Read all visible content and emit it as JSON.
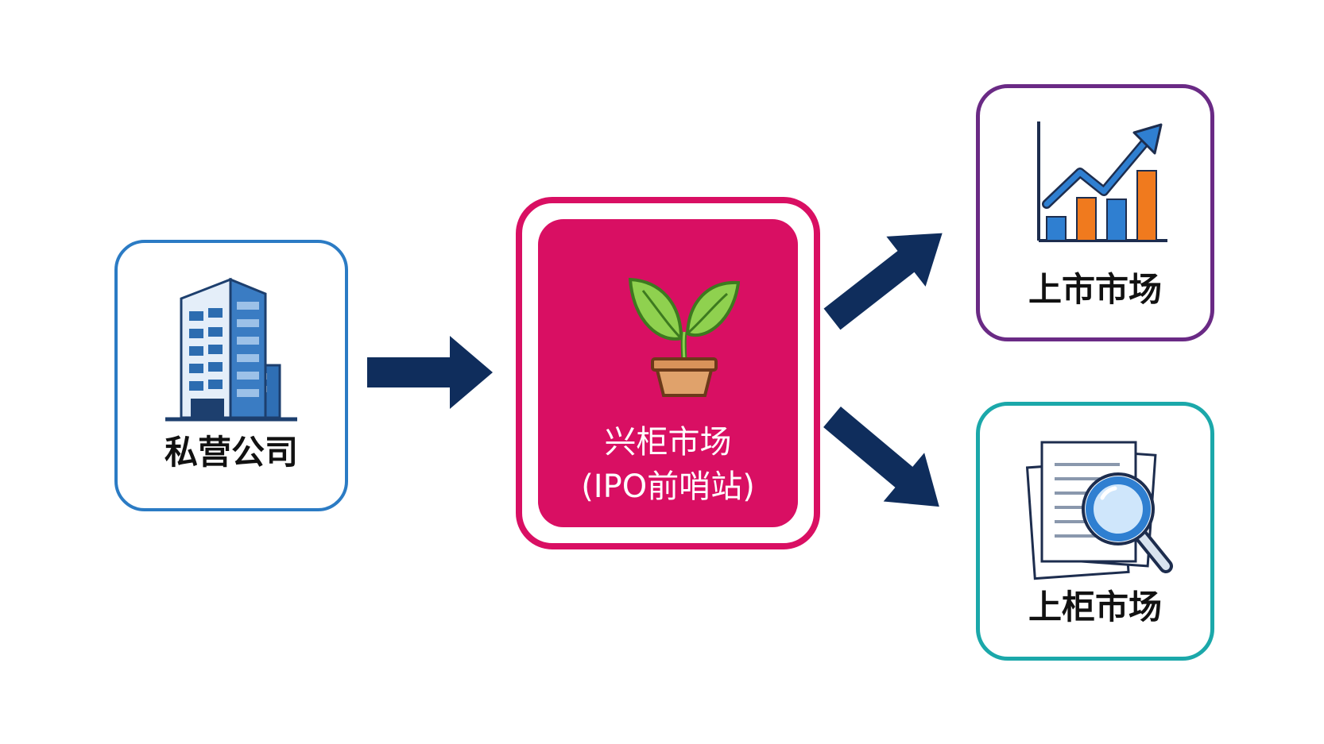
{
  "nodes": {
    "private_company": {
      "label": "私营公司",
      "icon": "office-building-icon",
      "color": "#2b7bc4"
    },
    "neeq": {
      "label_line1": "兴柜市场",
      "label_line2": "(IPO前哨站)",
      "icon": "sprout-in-pot-icon",
      "color": "#d90f63"
    },
    "listed_market": {
      "label": "上市市场",
      "icon": "rising-chart-icon",
      "color": "#6a2a85"
    },
    "otc_market": {
      "label": "上柜市场",
      "icon": "document-magnifier-icon",
      "color": "#1ba8aa"
    }
  },
  "arrows": {
    "color": "#0f2d5c"
  }
}
